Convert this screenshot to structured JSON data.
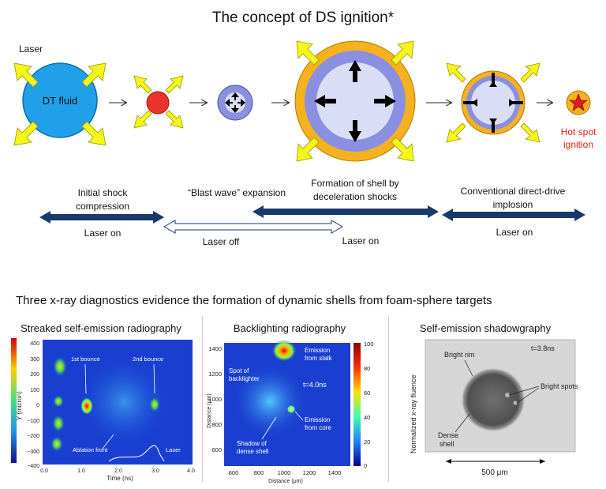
{
  "title": "The concept of DS ignition*",
  "colors": {
    "dt_fluid": "#1fa0e8",
    "hot_spot": "#e8342c",
    "shell_orange": "#f5b21f",
    "shell_purple": "#8a8fe0",
    "core_light": "#d9ddf5",
    "laser_yellow": "#f5f51a",
    "arrow_dark_blue": "#17396b",
    "ignition_red": "#e01b1b"
  },
  "icons": [
    "yellow-laser-arrow",
    "black-pressure-arrow",
    "red-star"
  ],
  "diagram": {
    "laser_label": "Laser",
    "dt_fluid_label": "DT fluid",
    "hot_spot_label_line1": "Hot spot",
    "hot_spot_label_line2": "ignition"
  },
  "phases": {
    "initial_line1": "Initial shock",
    "initial_line2": "compression",
    "blast_wave": "“Blast wave” expansion",
    "formation_line1": "Formation of shell by",
    "formation_line2": "deceleration shocks",
    "conventional_line1": "Conventional direct-drive",
    "conventional_line2": "implosion",
    "laser_on_1": "Laser on",
    "laser_off": "Laser off",
    "laser_on_2": "Laser on",
    "laser_on_3": "Laser on"
  },
  "section2_title": "Three x-ray diagnostics evidence the formation of dynamic shells from foam-sphere targets",
  "panel1": {
    "title": "Streaked self-emission radiography",
    "ylabel": "Y (micron)",
    "xlabel": "Time (ns)",
    "yticks": [
      "400",
      "300",
      "200",
      "100",
      "0",
      "−100",
      "−200",
      "−300",
      "−400"
    ],
    "xticks": [
      "0.0",
      "1.0",
      "2.0",
      "3.0",
      "4.0"
    ],
    "bounce1": "1st bounce",
    "bounce2": "2nd bounce",
    "ablation": "Ablation front",
    "laser": "Laser"
  },
  "panel2": {
    "title": "Backlighting radiography",
    "ylabel": "Distance (μm)",
    "xlabel": "Distance (μm)",
    "yticks": [
      "1400",
      "1200",
      "1000",
      "800",
      "600"
    ],
    "xticks": [
      "600",
      "800",
      "1000",
      "1200",
      "1400"
    ],
    "cbar_ticks": [
      "100",
      "80",
      "60",
      "40",
      "20",
      "0"
    ],
    "emission_stalk_1": "Emission",
    "emission_stalk_2": "from stalk",
    "spot_1": "Spot of",
    "spot_2": "backlighter",
    "time": "t=4.0ns",
    "emission_core_1": "Emission",
    "emission_core_2": "from core",
    "shadow_1": "Shadow of",
    "shadow_2": "dense shell"
  },
  "panel3": {
    "title": "Self-emission shadowgraphy",
    "ylabel": "Normalized x-ray fluence",
    "time": "t=3.8ns",
    "bright_rim": "Bright rim",
    "bright_spots": "Bright spots",
    "dense_1": "Dense",
    "dense_2": "shell",
    "scale": "500 μm"
  }
}
